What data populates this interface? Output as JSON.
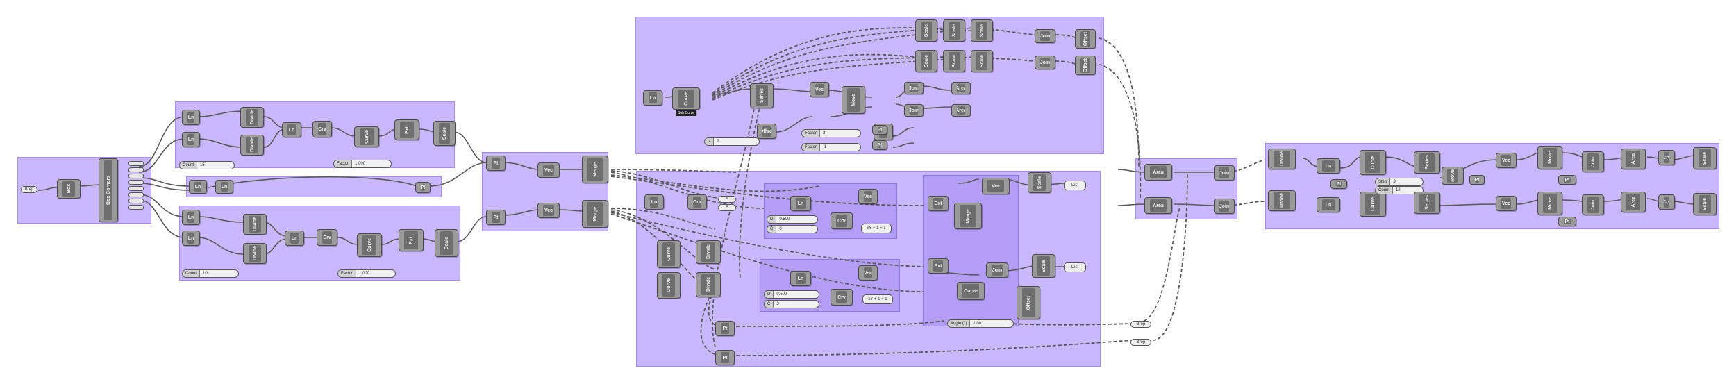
{
  "canvas": {
    "background": "#ffffff",
    "group_color": "#c9b8ff",
    "wire_color": "#555555"
  },
  "nodes": {
    "brep": "Brep",
    "box": "Box",
    "box_corners": "Box Corners",
    "ln": "Ln",
    "divide": "Divide",
    "crv": "Crv",
    "curve": "Curve",
    "ext": "Ext",
    "scale": "Scale",
    "offset": "Offset",
    "move": "Move",
    "join": "Join",
    "area": "Area",
    "pt": "Pt",
    "vec": "Vec",
    "merge": "Merge",
    "series": "Series",
    "sub_curve": "Sub Curve"
  },
  "sliders": [
    {
      "label": "Count",
      "value": "15"
    },
    {
      "label": "Factor",
      "value": "1.000"
    },
    {
      "label": "Count",
      "value": "10"
    },
    {
      "label": "Factor",
      "value": "1.000"
    },
    {
      "label": "N",
      "value": "2"
    },
    {
      "label": "Factor",
      "value": "2"
    },
    {
      "label": "Factor",
      "value": "-1"
    },
    {
      "label": "D",
      "value": "0.500"
    },
    {
      "label": "C",
      "value": "0"
    },
    {
      "label": "D",
      "value": "0.500"
    },
    {
      "label": "C",
      "value": "3"
    },
    {
      "label": "Angle (°)",
      "value": "1.00"
    },
    {
      "label": "Step",
      "value": "3"
    },
    {
      "label": "Count",
      "value": "12"
    }
  ],
  "panels": {
    "dist": "Dist",
    "xy": "xY + 1 = 1",
    "brep_out": "Brep",
    "a": "A",
    "b": "B"
  }
}
